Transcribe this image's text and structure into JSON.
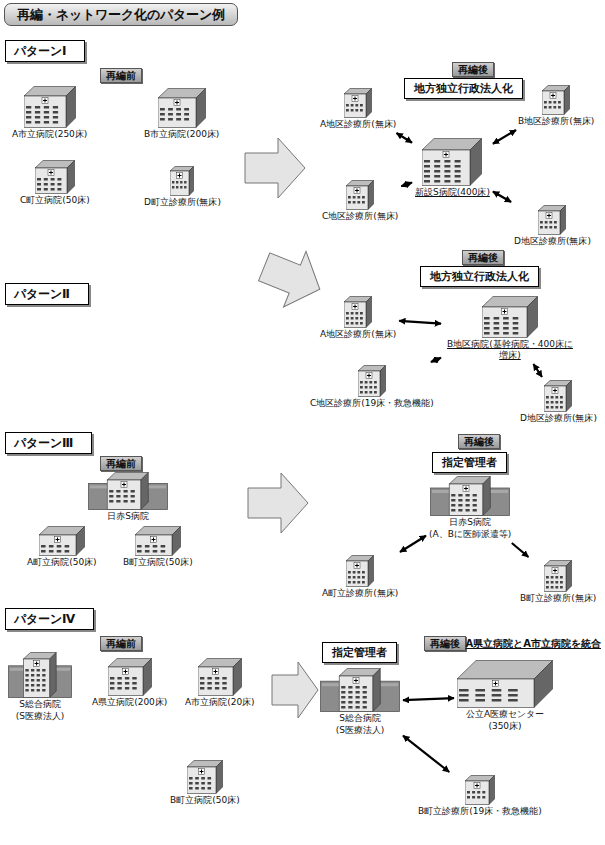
{
  "diagram": {
    "title": "再編・ネットワーク化のパターン例",
    "nodes": [
      {
        "text": [
          "パターンⅠ"
        ]
      },
      {
        "text": [
          "再編前"
        ]
      },
      {
        "text": [
          "A市立病院(250床)"
        ]
      },
      {
        "text": [
          "B市立病院(200床)"
        ]
      },
      {
        "text": [
          "C町立病院(50床)"
        ]
      },
      {
        "text": [
          "D町立診療所(無床)"
        ]
      },
      {
        "text": [
          "再編後"
        ]
      },
      {
        "text": [
          "地方独立行政法人化"
        ]
      },
      {
        "text": [
          "A地区診療所(無床)"
        ]
      },
      {
        "text": [
          "新設S病院(400床)"
        ]
      },
      {
        "text": [
          "B地区診療所(無床)"
        ]
      },
      {
        "text": [
          "C地区診療所(無床)"
        ]
      },
      {
        "text": [
          "D地区診療所(無床)"
        ]
      },
      {
        "text": [
          "パターンⅡ"
        ]
      },
      {
        "text": [
          "再編後"
        ]
      },
      {
        "text": [
          "地方独立行政法人化"
        ]
      },
      {
        "text": [
          "A地区診療所(無床)"
        ]
      },
      {
        "text": [
          "B地区病院(基幹病院・400床に増床)"
        ]
      },
      {
        "text": [
          "C地区診療所(19床・救急機能)"
        ]
      },
      {
        "text": [
          "D地区診療所(無床)"
        ]
      },
      {
        "text": [
          "パターンⅢ"
        ]
      },
      {
        "text": [
          "再編前"
        ]
      },
      {
        "text": [
          "日赤S病院"
        ]
      },
      {
        "text": [
          "A町立病院(50床)"
        ]
      },
      {
        "text": [
          "B町立病院(50床)"
        ]
      },
      {
        "text": [
          "再編後"
        ]
      },
      {
        "text": [
          "指定管理者"
        ]
      },
      {
        "text": [
          "日赤S病院",
          "(A、Bに医師派遣等)"
        ]
      },
      {
        "text": [
          "A町立診療所(無床)"
        ]
      },
      {
        "text": [
          "B町立診療所(無床)"
        ]
      },
      {
        "text": [
          "パターンⅣ"
        ]
      },
      {
        "text": [
          "再編前"
        ]
      },
      {
        "text": [
          "S総合病院",
          "(S医療法人)"
        ]
      },
      {
        "text": [
          "A県立病院(200床)"
        ]
      },
      {
        "text": [
          "A市立病院(20床)"
        ]
      },
      {
        "text": [
          "B町立病院(50床)"
        ]
      },
      {
        "text": [
          "指定管理者"
        ]
      },
      {
        "text": [
          "再編後"
        ]
      },
      {
        "text": [
          "S総合病院",
          "(S医療法人)"
        ]
      },
      {
        "text": [
          "公立A医療センター",
          "(350床)"
        ]
      },
      {
        "text": [
          "B町立診療所(19床・救急機能)"
        ]
      }
    ],
    "edges": [
      {
        "from": 8,
        "to": 9,
        "arrow": "both"
      },
      {
        "from": 10,
        "to": 9,
        "arrow": "both"
      },
      {
        "from": 11,
        "to": 9,
        "arrow": "both"
      },
      {
        "from": 12,
        "to": 9,
        "arrow": "both"
      },
      {
        "from": 16,
        "to": 17,
        "arrow": "both"
      },
      {
        "from": 18,
        "to": 17,
        "arrow": "both"
      },
      {
        "from": 17,
        "to": 19,
        "arrow": "both"
      },
      {
        "from": 28,
        "to": 27,
        "arrow": "both"
      },
      {
        "from": 27,
        "to": 29,
        "arrow": "to"
      },
      {
        "from": 38,
        "to": 39,
        "arrow": "both"
      },
      {
        "from": 38,
        "to": 40,
        "arrow": "both"
      }
    ],
    "labels": [
      "A県立病院とA市立病院を統合"
    ]
  }
}
